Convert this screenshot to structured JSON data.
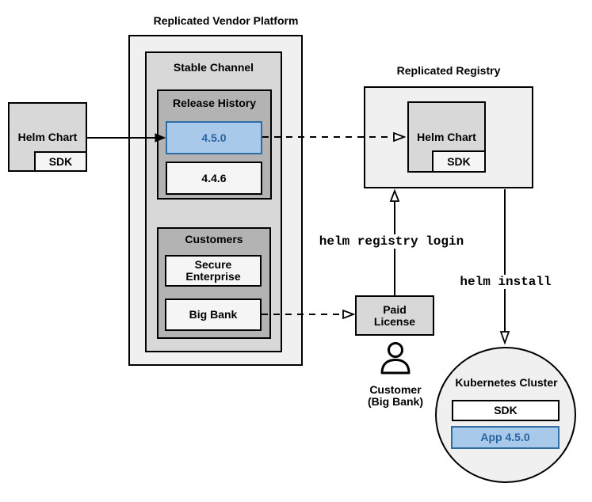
{
  "colors": {
    "highlight_fill": "#a8c9e9",
    "highlight_border": "#2e6da4",
    "highlight_text": "#2a64a0",
    "container_fill": "#f0f0f0",
    "panel_fill": "#d8d8d8",
    "group_fill": "#b3b3b3",
    "item_fill": "#f5f5f5"
  },
  "vendor_platform": {
    "title": "Replicated Vendor Platform",
    "stable_channel": {
      "title": "Stable Channel",
      "release_history": {
        "title": "Release History",
        "current_release": "4.5.0",
        "previous_release": "4.4.6"
      },
      "customers": {
        "title": "Customers",
        "customer_1": "Secure\nEnterprise",
        "customer_2": "Big Bank"
      }
    }
  },
  "source": {
    "helm_chart": "Helm Chart",
    "sdk": "SDK"
  },
  "registry": {
    "title": "Replicated Registry",
    "helm_chart": "Helm Chart",
    "sdk": "SDK"
  },
  "license": {
    "label": "Paid\nLicense"
  },
  "customer": {
    "label": "Customer\n(Big Bank)"
  },
  "commands": {
    "registry_login": "helm registry login",
    "install": "helm install"
  },
  "cluster": {
    "title": "Kubernetes Cluster",
    "sdk": "SDK",
    "app": "App 4.5.0"
  }
}
